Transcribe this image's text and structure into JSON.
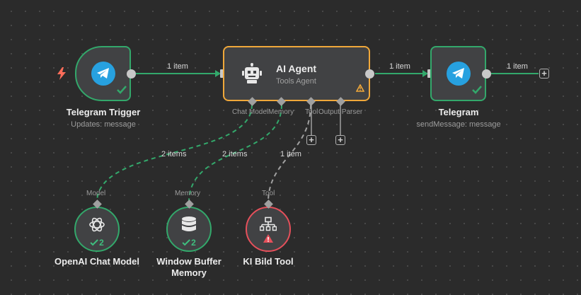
{
  "nodes": {
    "trigger": {
      "title": "Telegram Trigger",
      "subtitle": "Updates: message"
    },
    "agent": {
      "title": "AI Agent",
      "subtitle": "Tools Agent"
    },
    "telegram": {
      "title": "Telegram",
      "subtitle": "sendMessage: message"
    },
    "openai": {
      "title": "OpenAI Chat Model",
      "count": "2"
    },
    "memory": {
      "title_line1": "Window Buffer",
      "title_line2": "Memory",
      "count": "2"
    },
    "tool": {
      "title": "KI Bild Tool"
    }
  },
  "agent_ports": {
    "chat_model": "Chat Model",
    "memory": "Memory",
    "tool": "Tool",
    "output_parser": "Output Parser"
  },
  "sub_ports": {
    "model": "Model",
    "memory": "Memory",
    "tool": "Tool"
  },
  "edges": {
    "trigger_agent": "1 item",
    "agent_telegram": "1 item",
    "telegram_out": "1 item",
    "model_link": "2 items",
    "memory_link": "2 items",
    "tool_link": "1 item"
  },
  "colors": {
    "success": "#33a86b",
    "warning": "#f0a83a",
    "error": "#e5505b",
    "telegram": "#27a1e0"
  }
}
